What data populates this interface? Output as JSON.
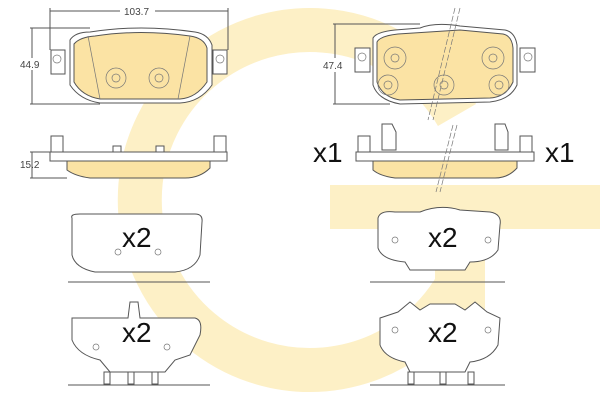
{
  "colors": {
    "watermark": "#fdf0c6",
    "friction": "#fbe3a4",
    "outline": "#555555"
  },
  "watermark": {
    "logo": "G"
  },
  "dimensions": {
    "left_width": "103.7",
    "left_height": "44.9",
    "left_thickness": "15.2",
    "right_height": "47.4"
  },
  "quantities": {
    "left_pad": "x1",
    "right_pad": "x1",
    "shim_top_left": "x2",
    "shim_top_right": "x2",
    "shim_bottom_left": "x2",
    "shim_bottom_right": "x2"
  }
}
